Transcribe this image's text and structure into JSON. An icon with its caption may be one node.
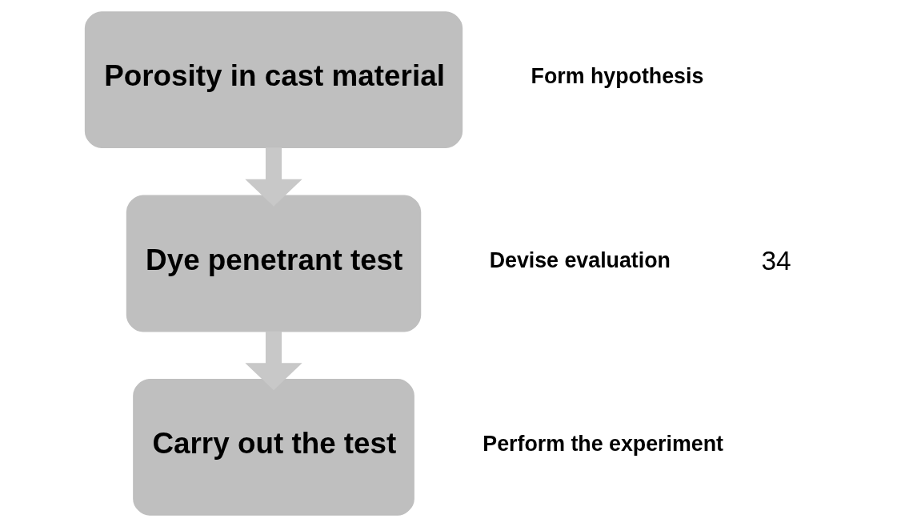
{
  "diagram": {
    "nodes": [
      {
        "text": [
          "Porosity in cast material"
        ],
        "beside": [
          "Form hypothesis"
        ]
      },
      {
        "text": [
          "Dye penetrant test"
        ],
        "beside": [
          "Devise evaluation"
        ]
      },
      {
        "text": [
          "Carry out the test"
        ],
        "beside": [
          "Perform the experiment"
        ]
      }
    ],
    "edges": [
      {
        "from": 0,
        "to": 1,
        "arrow": "to"
      },
      {
        "from": 1,
        "to": 2,
        "arrow": "to"
      }
    ],
    "labels": [
      "34"
    ]
  }
}
